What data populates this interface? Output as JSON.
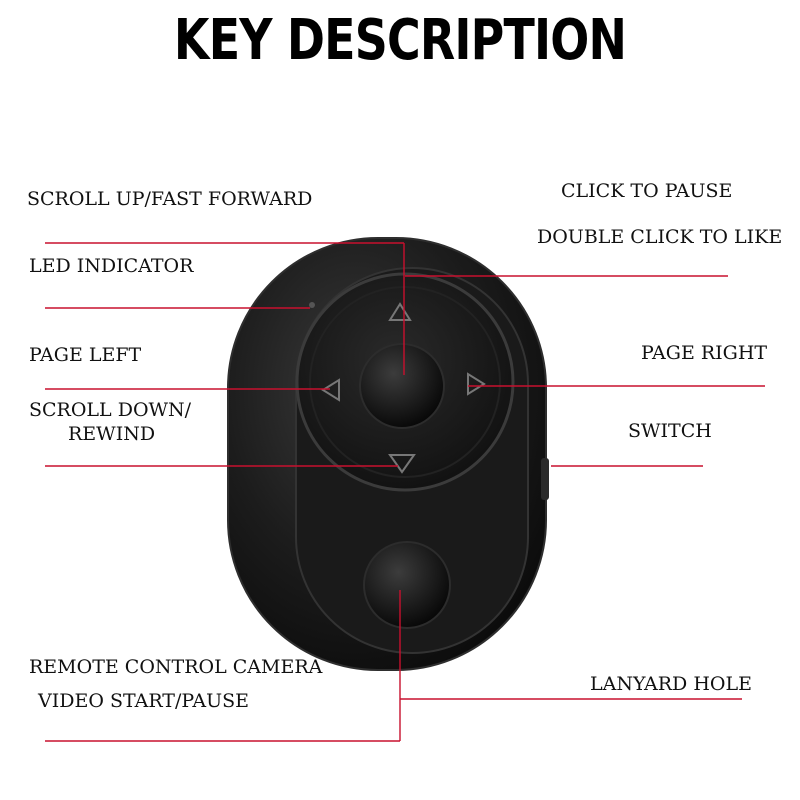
{
  "title": "KEY DESCRIPTION",
  "labels": {
    "scroll_up": "SCROLL UP/FAST FORWARD",
    "led_indicator": "LED INDICATOR",
    "page_left": "PAGE LEFT",
    "scroll_down_1": "SCROLL DOWN/",
    "scroll_down_2": "REWIND",
    "remote_camera": "REMOTE CONTROL CAMERA",
    "video_start": "VIDEO START/PAUSE",
    "click_pause": "CLICK TO PAUSE",
    "double_click": "DOUBLE CLICK TO LIKE",
    "page_right": "PAGE RIGHT",
    "switch": "SWITCH",
    "lanyard_hole": "LANYARD HOLE"
  },
  "colors": {
    "leader_line": "#c8102e",
    "device_body": "#151515",
    "device_edge": "#3a3a3a"
  }
}
